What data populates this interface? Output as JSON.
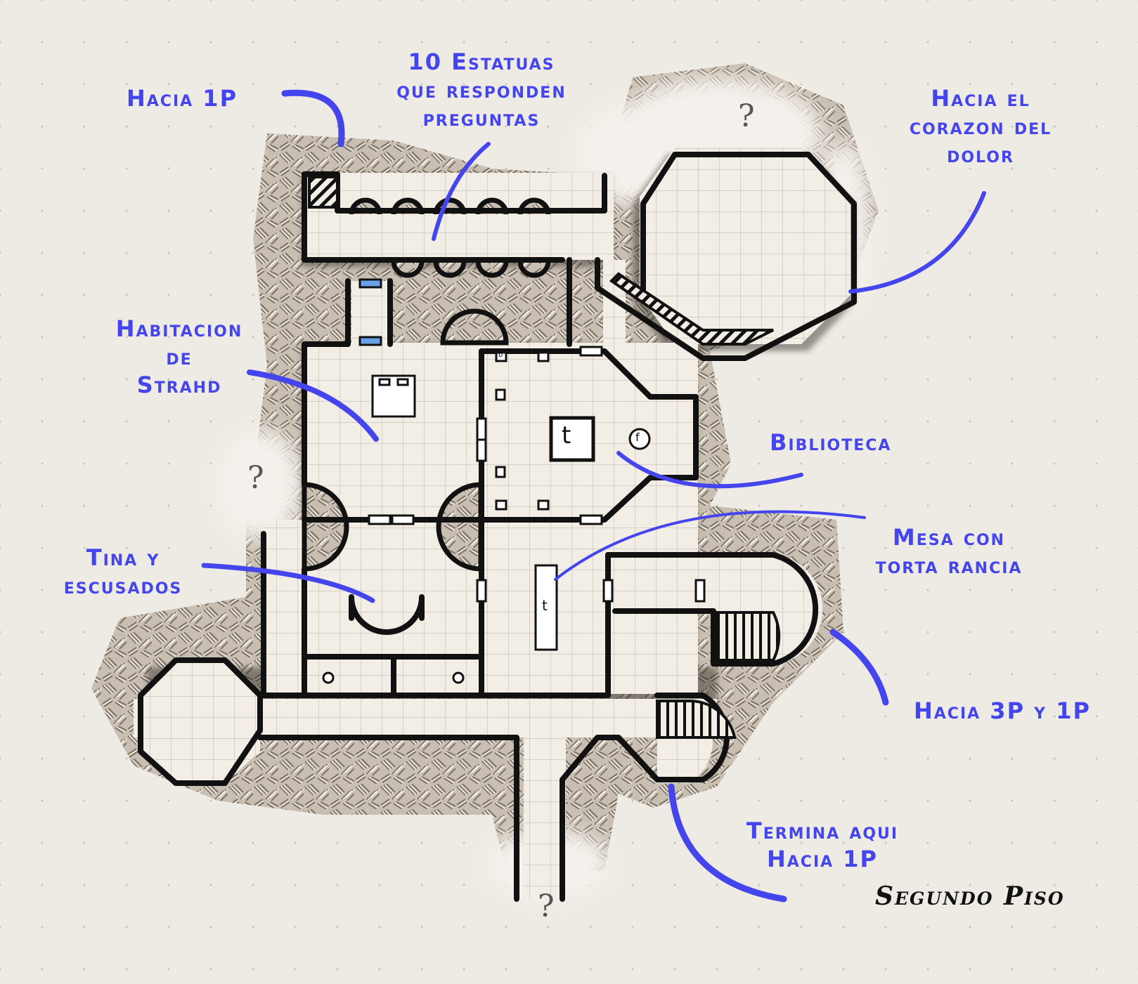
{
  "map_title": "Segundo Piso",
  "labels": {
    "hacia_1p_top": "Hacia 1P",
    "estatuas": [
      "10 Estatuas",
      "que responden",
      "preguntas"
    ],
    "corazon": [
      "Hacia el",
      "corazon del",
      "dolor"
    ],
    "habitacion": [
      "Habitacion",
      "de",
      "Strahd"
    ],
    "biblioteca": "Biblioteca",
    "mesa": [
      "Mesa con",
      "torta rancia"
    ],
    "tina": [
      "Tina y",
      "escusados"
    ],
    "hacia_3p": "Hacia 3P y 1P",
    "termina": [
      "Termina aqui",
      "Hacia 1P"
    ]
  },
  "unknown_marker": "?",
  "map_symbols": {
    "table_symbol": "t",
    "fireplace_symbol": "f",
    "bookshelf_symbol": "b"
  },
  "colors": {
    "annotation": "#4545ee",
    "floor": "#f2eee6",
    "wall": "#111111",
    "rock": "#9c9184",
    "background": "#eeebe4"
  }
}
